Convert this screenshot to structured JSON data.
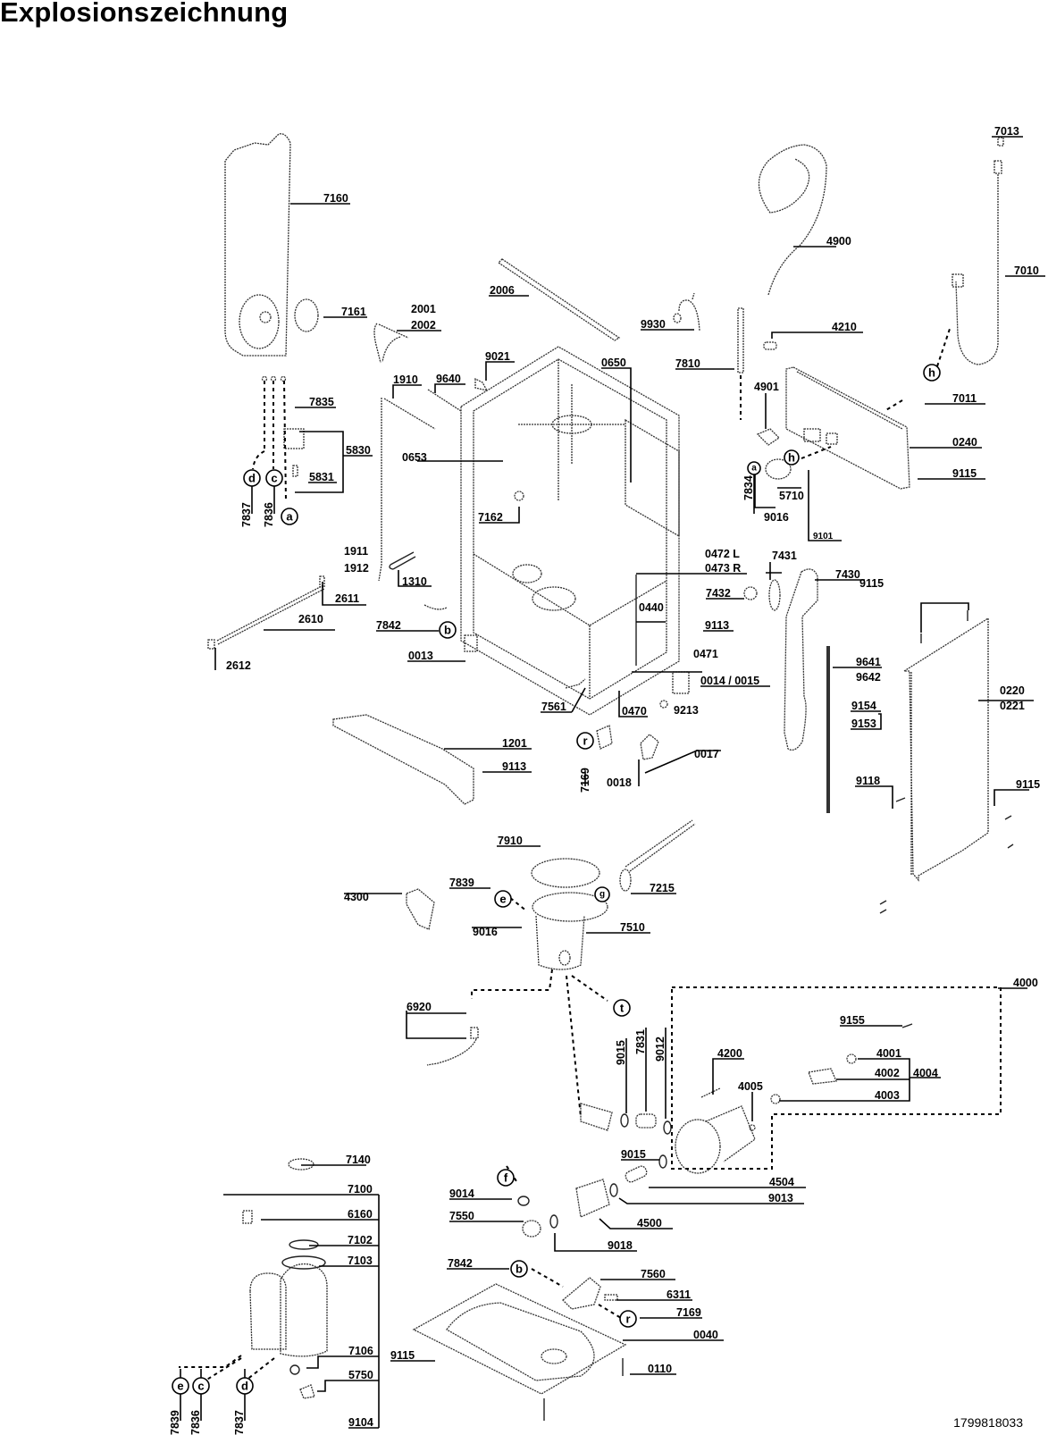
{
  "title": "Explosionszeichnung",
  "doc_number": "1799818033",
  "labels": [
    {
      "id": "7013",
      "text": "7013"
    },
    {
      "id": "7160",
      "text": "7160"
    },
    {
      "id": "4900",
      "text": "4900"
    },
    {
      "id": "7010",
      "text": "7010"
    },
    {
      "id": "2006",
      "text": "2006"
    },
    {
      "id": "7161",
      "text": "7161"
    },
    {
      "id": "2001",
      "text": "2001"
    },
    {
      "id": "2002",
      "text": "2002"
    },
    {
      "id": "9930",
      "text": "9930"
    },
    {
      "id": "4210",
      "text": "4210"
    },
    {
      "id": "9021",
      "text": "9021"
    },
    {
      "id": "1910",
      "text": "1910"
    },
    {
      "id": "9640",
      "text": "9640"
    },
    {
      "id": "0650",
      "text": "0650"
    },
    {
      "id": "7810",
      "text": "7810"
    },
    {
      "id": "7835",
      "text": "7835"
    },
    {
      "id": "4901",
      "text": "4901"
    },
    {
      "id": "7011",
      "text": "7011"
    },
    {
      "id": "5830",
      "text": "5830"
    },
    {
      "id": "0653",
      "text": "0653"
    },
    {
      "id": "0240",
      "text": "0240"
    },
    {
      "id": "5831",
      "text": "5831"
    },
    {
      "id": "9115a",
      "text": "9115"
    },
    {
      "id": "5710",
      "text": "5710"
    },
    {
      "id": "7162",
      "text": "7162"
    },
    {
      "id": "9016a",
      "text": "9016"
    },
    {
      "id": "9101",
      "text": "9101"
    },
    {
      "id": "1911",
      "text": "1911"
    },
    {
      "id": "1912",
      "text": "1912"
    },
    {
      "id": "0472",
      "text": "0472 L"
    },
    {
      "id": "0473",
      "text": "0473 R"
    },
    {
      "id": "7431",
      "text": "7431"
    },
    {
      "id": "7430",
      "text": "7430"
    },
    {
      "id": "1310",
      "text": "1310"
    },
    {
      "id": "2611",
      "text": "2611"
    },
    {
      "id": "9115b",
      "text": "9115"
    },
    {
      "id": "7432",
      "text": "7432"
    },
    {
      "id": "0440",
      "text": "0440"
    },
    {
      "id": "2610",
      "text": "2610"
    },
    {
      "id": "7842a",
      "text": "7842"
    },
    {
      "id": "9113a",
      "text": "9113"
    },
    {
      "id": "2612",
      "text": "2612"
    },
    {
      "id": "0013",
      "text": "0013"
    },
    {
      "id": "0471",
      "text": "0471"
    },
    {
      "id": "9641",
      "text": "9641"
    },
    {
      "id": "9642",
      "text": "9642"
    },
    {
      "id": "0220",
      "text": "0220"
    },
    {
      "id": "0221",
      "text": "0221"
    },
    {
      "id": "0014",
      "text": "0014 / 0015"
    },
    {
      "id": "7561",
      "text": "7561"
    },
    {
      "id": "0470",
      "text": "0470"
    },
    {
      "id": "9213",
      "text": "9213"
    },
    {
      "id": "9154",
      "text": "9154"
    },
    {
      "id": "9153",
      "text": "9153"
    },
    {
      "id": "1201",
      "text": "1201"
    },
    {
      "id": "9113b",
      "text": "9113"
    },
    {
      "id": "0017",
      "text": "0017"
    },
    {
      "id": "0018",
      "text": "0018"
    },
    {
      "id": "9118",
      "text": "9118"
    },
    {
      "id": "9115c",
      "text": "9115"
    },
    {
      "id": "7910",
      "text": "7910"
    },
    {
      "id": "7839a",
      "text": "7839"
    },
    {
      "id": "4300",
      "text": "4300"
    },
    {
      "id": "7215",
      "text": "7215"
    },
    {
      "id": "9016b",
      "text": "9016"
    },
    {
      "id": "7510",
      "text": "7510"
    },
    {
      "id": "6920",
      "text": "6920"
    },
    {
      "id": "4000",
      "text": "4000"
    },
    {
      "id": "9155",
      "text": "9155"
    },
    {
      "id": "4001",
      "text": "4001"
    },
    {
      "id": "4002",
      "text": "4002"
    },
    {
      "id": "4004",
      "text": "4004"
    },
    {
      "id": "4003",
      "text": "4003"
    },
    {
      "id": "4200",
      "text": "4200"
    },
    {
      "id": "4005",
      "text": "4005"
    },
    {
      "id": "9015b",
      "text": "9015"
    },
    {
      "id": "4504",
      "text": "4504"
    },
    {
      "id": "7140",
      "text": "7140"
    },
    {
      "id": "7100",
      "text": "7100"
    },
    {
      "id": "9014",
      "text": "9014"
    },
    {
      "id": "9013",
      "text": "9013"
    },
    {
      "id": "6160",
      "text": "6160"
    },
    {
      "id": "7550",
      "text": "7550"
    },
    {
      "id": "4500",
      "text": "4500"
    },
    {
      "id": "9018",
      "text": "9018"
    },
    {
      "id": "7102",
      "text": "7102"
    },
    {
      "id": "7103",
      "text": "7103"
    },
    {
      "id": "7842b",
      "text": "7842"
    },
    {
      "id": "7560",
      "text": "7560"
    },
    {
      "id": "6311",
      "text": "6311"
    },
    {
      "id": "7169b",
      "text": "7169"
    },
    {
      "id": "0040",
      "text": "0040"
    },
    {
      "id": "7106",
      "text": "7106"
    },
    {
      "id": "9115d",
      "text": "9115"
    },
    {
      "id": "5750",
      "text": "5750"
    },
    {
      "id": "0110",
      "text": "0110"
    },
    {
      "id": "9104",
      "text": "9104"
    }
  ],
  "vertical_labels": [
    {
      "id": "7837a",
      "text": "7837"
    },
    {
      "id": "7836a",
      "text": "7836"
    },
    {
      "id": "7834",
      "text": "7834"
    },
    {
      "id": "7169a",
      "text": "7169"
    },
    {
      "id": "9015a",
      "text": "9015"
    },
    {
      "id": "7831",
      "text": "7831"
    },
    {
      "id": "9012",
      "text": "9012"
    },
    {
      "id": "7839b",
      "text": "7839"
    },
    {
      "id": "7836b",
      "text": "7836"
    },
    {
      "id": "7837b",
      "text": "7837"
    }
  ],
  "callouts": [
    {
      "id": "d1",
      "letter": "d"
    },
    {
      "id": "c1",
      "letter": "c"
    },
    {
      "id": "a1",
      "letter": "a"
    },
    {
      "id": "a2",
      "letter": "a"
    },
    {
      "id": "h1",
      "letter": "h"
    },
    {
      "id": "h2",
      "letter": "h"
    },
    {
      "id": "b1",
      "letter": "b"
    },
    {
      "id": "r1",
      "letter": "r"
    },
    {
      "id": "e1",
      "letter": "e"
    },
    {
      "id": "g1",
      "letter": "g"
    },
    {
      "id": "t1",
      "letter": "t"
    },
    {
      "id": "f1",
      "letter": "f"
    },
    {
      "id": "b2",
      "letter": "b"
    },
    {
      "id": "r2",
      "letter": "r"
    },
    {
      "id": "e2",
      "letter": "e"
    },
    {
      "id": "c2",
      "letter": "c"
    },
    {
      "id": "d2",
      "letter": "d"
    }
  ]
}
